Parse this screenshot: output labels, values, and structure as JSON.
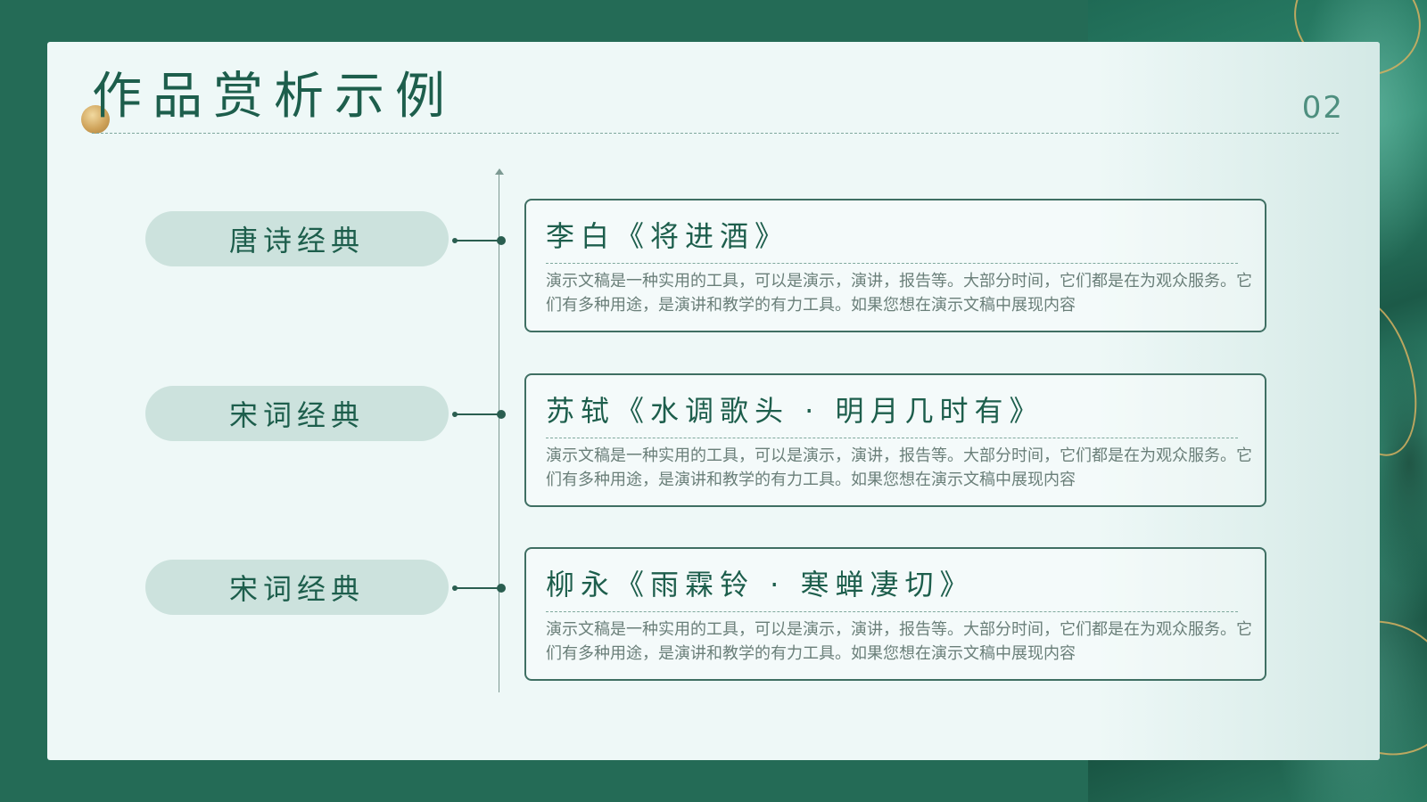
{
  "slide": {
    "title": "作品赏析示例",
    "page_number": "02"
  },
  "rows": [
    {
      "label": "唐诗经典",
      "card_title": "李白《将进酒》",
      "card_text": "演示文稿是一种实用的工具，可以是演示，演讲，报告等。大部分时间，它们都是在为观众服务。它们有多种用途，是演讲和教学的有力工具。如果您想在演示文稿中展现内容"
    },
    {
      "label": "宋词经典",
      "card_title": "苏轼《水调歌头 · 明月几时有》",
      "card_text": "演示文稿是一种实用的工具，可以是演示，演讲，报告等。大部分时间，它们都是在为观众服务。它们有多种用途，是演讲和教学的有力工具。如果您想在演示文稿中展现内容"
    },
    {
      "label": "宋词经典",
      "card_title": "柳永《雨霖铃 · 寒蝉凄切》",
      "card_text": "演示文稿是一种实用的工具，可以是演示，演讲，报告等。大部分时间，它们都是在为观众服务。它们有多种用途，是演讲和教学的有力工具。如果您想在演示文稿中展现内容"
    }
  ],
  "colors": {
    "background": "#246b56",
    "slide": "#eef8f7",
    "accent": "#1d5e4c",
    "label_pill": "#cce2dd",
    "gold": "#cfa35a"
  }
}
